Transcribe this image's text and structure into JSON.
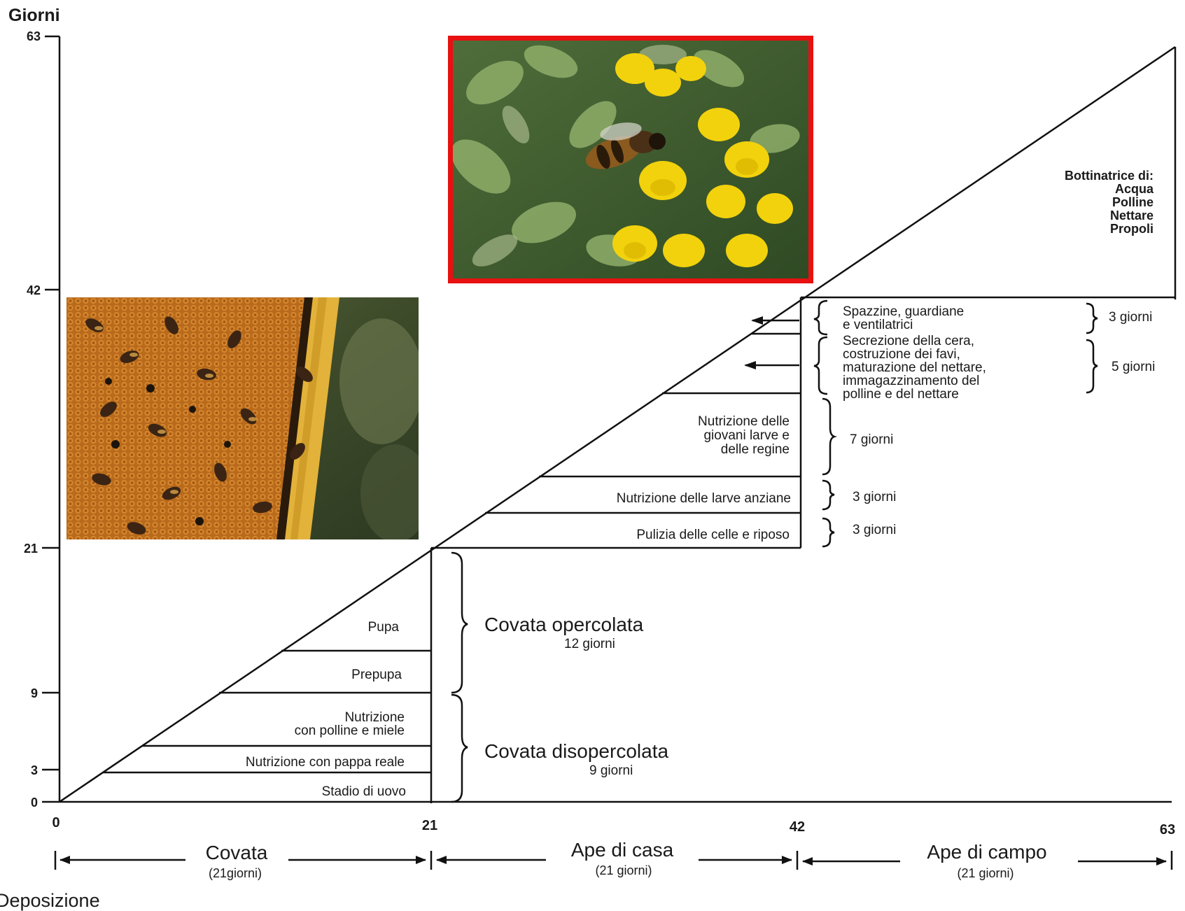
{
  "diagram": {
    "y_axis_label": "Giorni",
    "y_ticks": [
      "63",
      "42",
      "21",
      "9",
      "3",
      "0"
    ],
    "x_ticks": [
      "0",
      "21",
      "42",
      "63"
    ],
    "deposition_label": "Deposizione",
    "brood_stages": [
      "Stadio di uovo",
      "Nutrizione con pappa reale",
      "Nutrizione",
      "con polline e miele",
      "Prepupa",
      "Pupa"
    ],
    "brood_groups": [
      {
        "title": "Covata disopercolata",
        "duration": "9 giorni"
      },
      {
        "title": "Covata opercolata",
        "duration": "12 giorni"
      }
    ],
    "house_tasks": [
      {
        "lines": [
          "Pulizia delle celle e riposo"
        ],
        "duration": "3 giorni"
      },
      {
        "lines": [
          "Nutrizione delle larve anziane"
        ],
        "duration": "3 giorni"
      },
      {
        "lines": [
          "Nutrizione delle",
          "giovani larve e",
          "delle regine"
        ],
        "duration": "7 giorni"
      },
      {
        "lines": [
          "Secrezione della cera,",
          "costruzione dei favi,",
          "maturazione del nettare,",
          "immagazzinamento del",
          "polline e del nettare"
        ],
        "duration": "5 giorni"
      },
      {
        "lines": [
          "Spazzine, guardiane",
          "e ventilatrici"
        ],
        "duration": "3 giorni"
      }
    ],
    "field_tasks": [
      "Bottinatrice di:",
      "Acqua",
      "Polline",
      "Nettare",
      "Propoli"
    ],
    "phases": [
      {
        "name": "Covata",
        "duration": "(21giorni)"
      },
      {
        "name": "Ape di casa",
        "duration": "(21 giorni)"
      },
      {
        "name": "Ape di campo",
        "duration": "(21 giorni)"
      }
    ],
    "colors": {
      "line": "#111111",
      "photo_border": "#e81010"
    }
  },
  "photos": {
    "frame_icon": "honeycomb-frame-photo",
    "flower_icon": "bee-on-yellow-flower-photo"
  }
}
